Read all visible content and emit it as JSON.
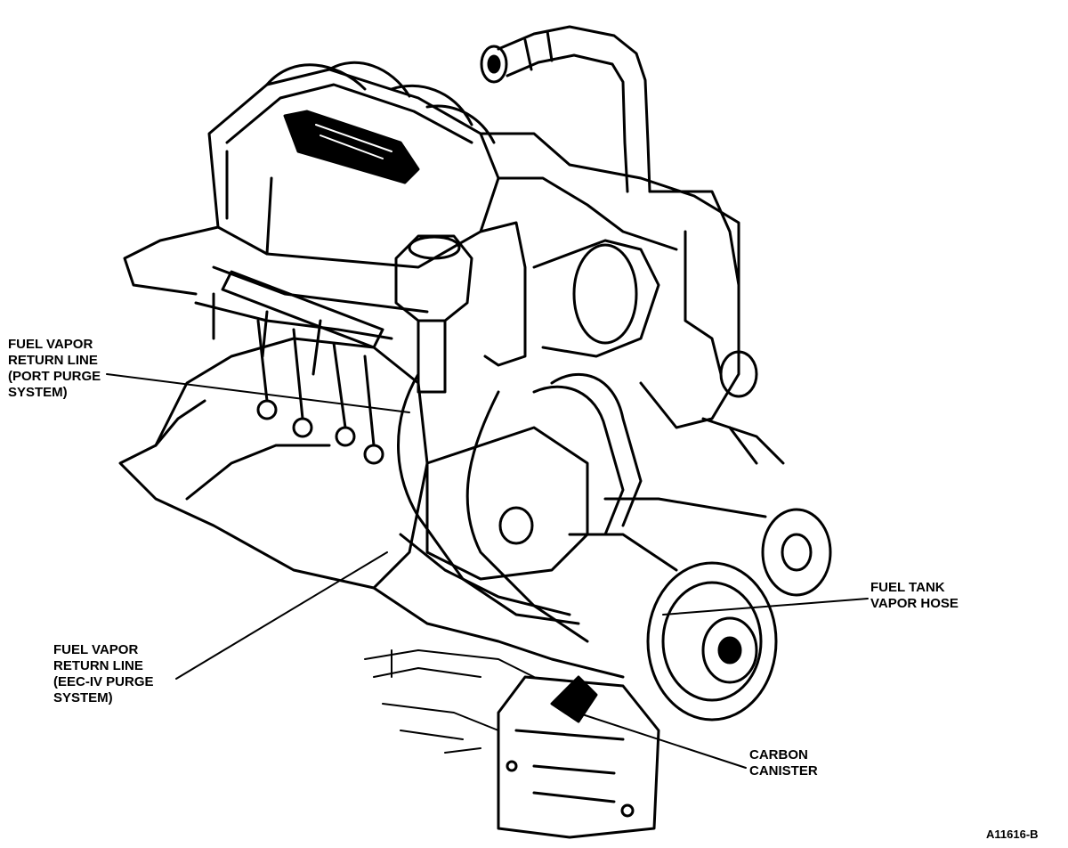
{
  "callouts": {
    "port_purge": {
      "line1": "FUEL VAPOR",
      "line2": "RETURN LINE",
      "line3": "(PORT PURGE",
      "line4": "SYSTEM)"
    },
    "eec_purge": {
      "line1": "FUEL VAPOR",
      "line2": "RETURN LINE",
      "line3": "(EEC-IV PURGE",
      "line4": "SYSTEM)"
    },
    "fuel_tank_hose": {
      "line1": "FUEL TANK",
      "line2": "VAPOR HOSE"
    },
    "carbon_canister": {
      "line1": "CARBON",
      "line2": "CANISTER"
    }
  },
  "figure_id": "A11616-B"
}
